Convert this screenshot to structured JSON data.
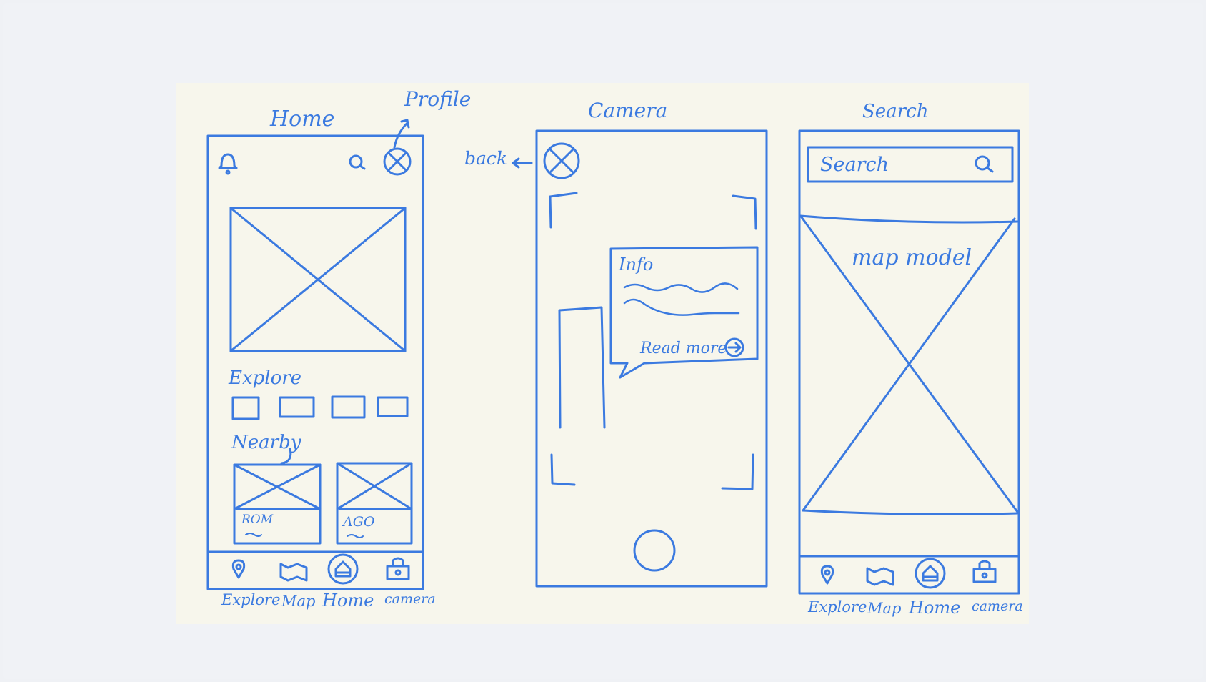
{
  "colors": {
    "ink": "#3b7ae0",
    "paper": "#f7f6ec",
    "background": "#eff1f5"
  },
  "screens": {
    "home": {
      "title": "Home",
      "profile_label": "Profile",
      "icons": [
        "bell-icon",
        "search-icon",
        "profile-icon"
      ],
      "explore_label": "Explore",
      "nearby_label": "Nearby",
      "nearby_cards": [
        {
          "label": "ROM"
        },
        {
          "label": "AGO"
        }
      ],
      "nav": [
        "Explore",
        "Map",
        "Home",
        "camera"
      ]
    },
    "camera": {
      "title": "Camera",
      "back_label": "back",
      "info_title": "Info",
      "read_more": "Read more"
    },
    "search": {
      "title": "Search",
      "search_placeholder": "Search",
      "map_label": "map model",
      "nav": [
        "Explore",
        "Map",
        "Home",
        "camera"
      ]
    }
  }
}
